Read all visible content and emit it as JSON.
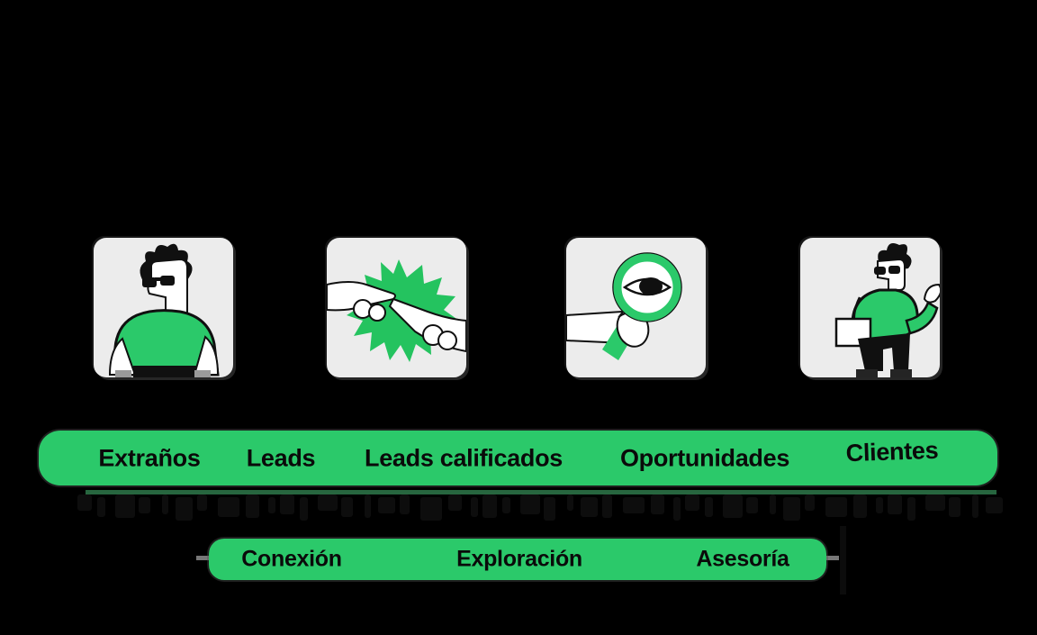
{
  "colors": {
    "background": "#000000",
    "green": "#2bc96a",
    "dark_green_shadow": "#27663f",
    "card_background": "#ececec",
    "label_text": "#0a0a0a"
  },
  "stage_bar": {
    "labels": [
      "Extraños",
      "Leads",
      "Leads calificados",
      "Oportunidades",
      "Clientes"
    ]
  },
  "process_bar": {
    "labels": [
      "Conexión",
      "Exploración",
      "Asesoría"
    ]
  },
  "illustrations": [
    {
      "id": "strangers-person",
      "description": "person with sunglasses wearing green sweater"
    },
    {
      "id": "hands-starburst",
      "description": "two hands pointing at green starburst"
    },
    {
      "id": "eye-magnifier",
      "description": "hand holding magnifying glass with eye"
    },
    {
      "id": "advisor-person",
      "description": "person holding notebook and gesturing"
    }
  ]
}
